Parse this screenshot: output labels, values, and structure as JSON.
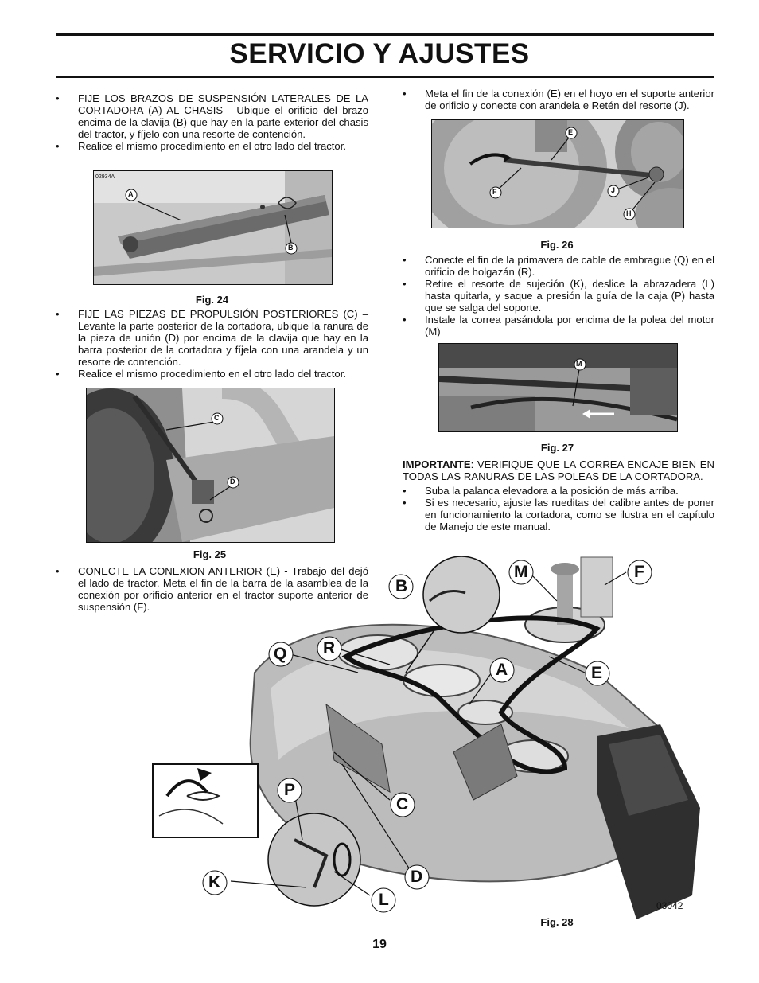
{
  "title": "SERVICIO Y AJUSTES",
  "left_col": {
    "block1": [
      "FIJE LOS BRAZOS DE SUSPENSIÓN LATERALES DE LA CORTADORA (A) AL CHASIS - Ubique el orificio del brazo encima de la clavija (B) que hay en la parte exterior del chasis del tractor, y fíjelo con una resorte de contención.",
      "Realice el mismo procedimiento en el otro lado del tractor."
    ],
    "block2": [
      "FIJE LAS PIEZAS DE PROPULSIÓN POSTERIORES (C) – Levante la parte posterior de la cortadora, ubique la ranura de la pieza de unión (D) por encima de la clavija que hay en la barra posterior de la cortadora y fíjela con una arandela y un resorte de contención.",
      "Realice el mismo procedimiento en el otro lado del tractor."
    ],
    "block3": [
      "CONECTE LA CONEXION ANTERIOR (E) - Trabajo del dejó el lado de tractor. Meta el fin de la barra de la asamblea de la conexión por orificio anterior en el tractor suporte anterior de suspensión (F)."
    ]
  },
  "right_col": {
    "block1": [
      "Meta el fin de la conexión (E) en el hoyo en el suporte anterior de orificio y conecte con arandela e Retén del resorte (J)."
    ],
    "block2": [
      "Conecte el fin de la primavera de cable de embrague (Q) en el orificio de holgazán (R).",
      "Retire el resorte de sujeción (K), deslice la abrazadera (L) hasta quitarla, y saque a presión la guía de la caja (P) hasta que se salga del soporte.",
      "Instale la correa pasándola por encima de la polea del motor (M)"
    ],
    "important_label": "IMPORTANTE",
    "important_text": ": VERIFIQUE QUE LA CORREA ENCAJE BIEN EN TODAS LAS RANURAS DE LAS POLEAS DE LA CORTADORA.",
    "block3": [
      "Suba la palanca elevadora a la posición de más arriba.",
      "Si es necesario, ajuste las rueditas del calibre antes de poner en funcionamiento la cortadora, como se ilustra en el capítulo de Manejo de este manual."
    ]
  },
  "figures": {
    "fig24": {
      "caption": "Fig. 24",
      "code": "02934A",
      "labels": [
        "A",
        "B"
      ]
    },
    "fig25": {
      "caption": "Fig. 25",
      "labels": [
        "C",
        "D"
      ]
    },
    "fig26": {
      "caption": "Fig. 26",
      "labels": [
        "E",
        "F",
        "J",
        "H"
      ]
    },
    "fig27": {
      "caption": "Fig. 27",
      "labels": [
        "M"
      ]
    },
    "fig28": {
      "caption": "Fig. 28",
      "code": "03042",
      "labels": [
        "B",
        "M",
        "F",
        "Q",
        "R",
        "A",
        "E",
        "P",
        "C",
        "K",
        "D",
        "L"
      ]
    }
  },
  "page_number": "19"
}
